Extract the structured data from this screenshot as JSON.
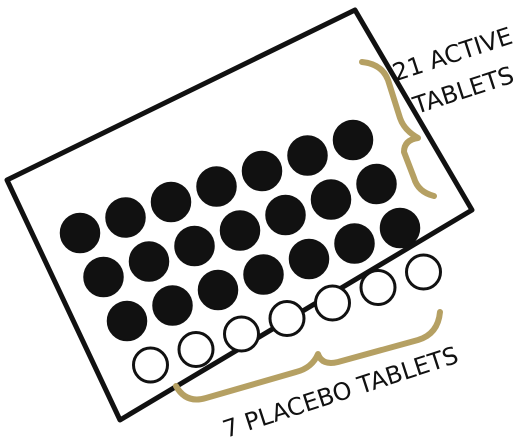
{
  "labels": {
    "active_line1": "21 ACTIVE",
    "active_line2": "TABLETS",
    "placebo": "7 PLACEBO TABLETS"
  },
  "pack": {
    "rows": 4,
    "columns": 7,
    "active_count": 21,
    "placebo_count": 7
  },
  "colors": {
    "outline": "#111111",
    "active_pill": "#111111",
    "placebo_pill": "#ffffff",
    "brace": "#b5a063"
  }
}
